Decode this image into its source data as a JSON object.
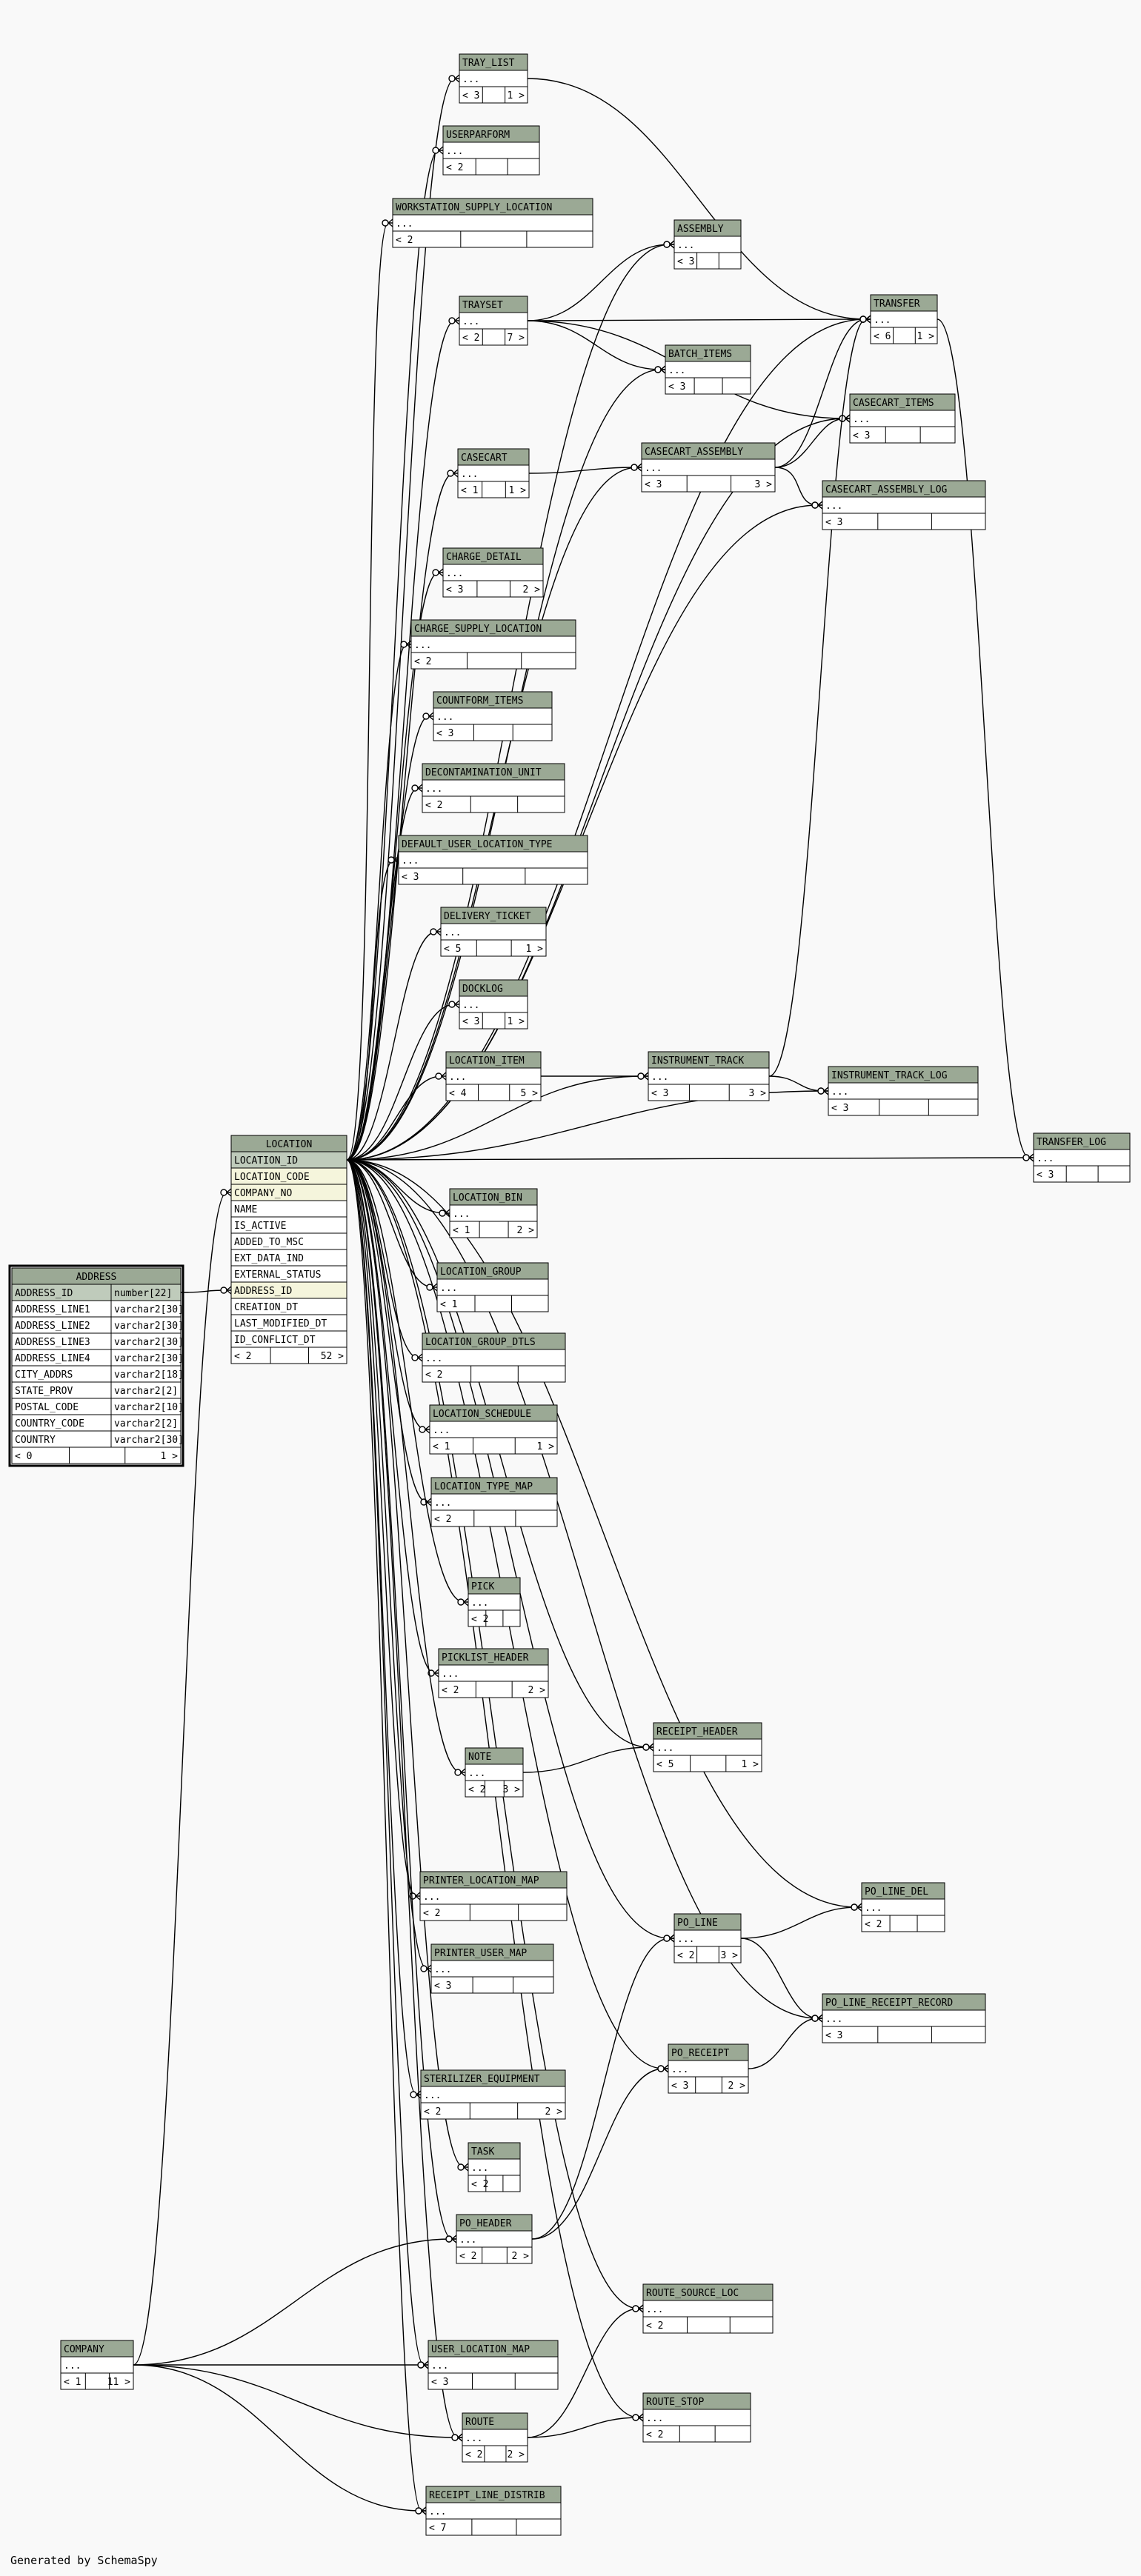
{
  "footer": "Generated by SchemaSpy",
  "colors": {
    "background": "#f9f9f9",
    "header": "#9ba995",
    "primary_key": "#bfcbbb",
    "foreign_key": "#f5f5dc",
    "body": "#ffffff",
    "line": "#000000"
  },
  "tables": [
    {
      "name": "TRAY_LIST",
      "rows": [
        "..."
      ],
      "footer": [
        "< 3",
        "",
        "1 >"
      ]
    },
    {
      "name": "USERPARFORM",
      "rows": [
        "..."
      ],
      "footer": [
        "< 2",
        "",
        ""
      ]
    },
    {
      "name": "WORKSTATION_SUPPLY_LOCATION",
      "rows": [
        "..."
      ],
      "footer": [
        "< 2",
        "",
        ""
      ]
    },
    {
      "name": "ASSEMBLY",
      "rows": [
        "..."
      ],
      "footer": [
        "< 3",
        "",
        ""
      ]
    },
    {
      "name": "TRANSFER",
      "rows": [
        "..."
      ],
      "footer": [
        "< 6",
        "",
        "1 >"
      ]
    },
    {
      "name": "TRAYSET",
      "rows": [
        "..."
      ],
      "footer": [
        "< 2",
        "",
        "7 >"
      ]
    },
    {
      "name": "BATCH_ITEMS",
      "rows": [
        "..."
      ],
      "footer": [
        "< 3",
        "",
        ""
      ]
    },
    {
      "name": "CASECART_ITEMS",
      "rows": [
        "..."
      ],
      "footer": [
        "< 3",
        "",
        ""
      ]
    },
    {
      "name": "CASECART",
      "rows": [
        "..."
      ],
      "footer": [
        "< 1",
        "",
        "1 >"
      ]
    },
    {
      "name": "CASECART_ASSEMBLY",
      "rows": [
        "..."
      ],
      "footer": [
        "< 3",
        "",
        "3 >"
      ]
    },
    {
      "name": "CASECART_ASSEMBLY_LOG",
      "rows": [
        "..."
      ],
      "footer": [
        "< 3",
        "",
        ""
      ]
    },
    {
      "name": "CHARGE_DETAIL",
      "rows": [
        "..."
      ],
      "footer": [
        "< 3",
        "",
        "2 >"
      ]
    },
    {
      "name": "CHARGE_SUPPLY_LOCATION",
      "rows": [
        "..."
      ],
      "footer": [
        "< 2",
        "",
        ""
      ]
    },
    {
      "name": "COUNTFORM_ITEMS",
      "rows": [
        "..."
      ],
      "footer": [
        "< 3",
        "",
        ""
      ]
    },
    {
      "name": "DECONTAMINATION_UNIT",
      "rows": [
        "..."
      ],
      "footer": [
        "< 2",
        "",
        ""
      ]
    },
    {
      "name": "DEFAULT_USER_LOCATION_TYPE",
      "rows": [
        "..."
      ],
      "footer": [
        "< 3",
        "",
        ""
      ]
    },
    {
      "name": "DELIVERY_TICKET",
      "rows": [
        "..."
      ],
      "footer": [
        "< 5",
        "",
        "1 >"
      ]
    },
    {
      "name": "DOCKLOG",
      "rows": [
        "..."
      ],
      "footer": [
        "< 3",
        "",
        "1 >"
      ]
    },
    {
      "name": "LOCATION_ITEM",
      "rows": [
        "..."
      ],
      "footer": [
        "< 4",
        "",
        "5 >"
      ]
    },
    {
      "name": "INSTRUMENT_TRACK",
      "rows": [
        "..."
      ],
      "footer": [
        "< 3",
        "",
        "3 >"
      ]
    },
    {
      "name": "INSTRUMENT_TRACK_LOG",
      "rows": [
        "..."
      ],
      "footer": [
        "< 3",
        "",
        ""
      ]
    },
    {
      "name": "TRANSFER_LOG",
      "rows": [
        "..."
      ],
      "footer": [
        "< 3",
        "",
        ""
      ]
    },
    {
      "name": "LOCATION",
      "rows": [
        "LOCATION_ID",
        "LOCATION_CODE",
        "COMPANY_NO",
        "NAME",
        "IS_ACTIVE",
        "ADDED_TO_MSC",
        "EXT_DATA_IND",
        "EXTERNAL_STATUS",
        "ADDRESS_ID",
        "CREATION_DT",
        "LAST_MODIFIED_DT",
        "ID_CONFLICT_DT"
      ],
      "footer": [
        "< 2",
        "",
        "52 >"
      ]
    },
    {
      "name": "ADDRESS",
      "rows": [
        "ADDRESS_ID",
        "ADDRESS_LINE1",
        "ADDRESS_LINE2",
        "ADDRESS_LINE3",
        "ADDRESS_LINE4",
        "CITY_ADDRS",
        "STATE_PROV",
        "POSTAL_CODE",
        "COUNTRY_CODE",
        "COUNTRY"
      ],
      "types": [
        "number[22]",
        "varchar2[30]",
        "varchar2[30]",
        "varchar2[30]",
        "varchar2[30]",
        "varchar2[18]",
        "varchar2[2]",
        "varchar2[10]",
        "varchar2[2]",
        "varchar2[30]"
      ],
      "footer": [
        "< 0",
        "",
        "1 >"
      ]
    },
    {
      "name": "LOCATION_BIN",
      "rows": [
        "..."
      ],
      "footer": [
        "< 1",
        "",
        "2 >"
      ]
    },
    {
      "name": "LOCATION_GROUP",
      "rows": [
        "..."
      ],
      "footer": [
        "< 1",
        "",
        ""
      ]
    },
    {
      "name": "LOCATION_GROUP_DTLS",
      "rows": [
        "..."
      ],
      "footer": [
        "< 2",
        "",
        ""
      ]
    },
    {
      "name": "LOCATION_SCHEDULE",
      "rows": [
        "..."
      ],
      "footer": [
        "< 1",
        "",
        "1 >"
      ]
    },
    {
      "name": "LOCATION_TYPE_MAP",
      "rows": [
        "..."
      ],
      "footer": [
        "< 2",
        "",
        ""
      ]
    },
    {
      "name": "PICK",
      "rows": [
        "..."
      ],
      "footer": [
        "< 2",
        "",
        ""
      ]
    },
    {
      "name": "PICKLIST_HEADER",
      "rows": [
        "..."
      ],
      "footer": [
        "< 2",
        "",
        "2 >"
      ]
    },
    {
      "name": "RECEIPT_HEADER",
      "rows": [
        "..."
      ],
      "footer": [
        "< 5",
        "",
        "1 >"
      ]
    },
    {
      "name": "NOTE",
      "rows": [
        "..."
      ],
      "footer": [
        "< 2",
        "",
        "3 >"
      ]
    },
    {
      "name": "PRINTER_LOCATION_MAP",
      "rows": [
        "..."
      ],
      "footer": [
        "< 2",
        "",
        ""
      ]
    },
    {
      "name": "PO_LINE_DEL",
      "rows": [
        "..."
      ],
      "footer": [
        "< 2",
        "",
        ""
      ]
    },
    {
      "name": "PO_LINE",
      "rows": [
        "..."
      ],
      "footer": [
        "< 2",
        "",
        "3 >"
      ]
    },
    {
      "name": "PRINTER_USER_MAP",
      "rows": [
        "..."
      ],
      "footer": [
        "< 3",
        "",
        ""
      ]
    },
    {
      "name": "PO_LINE_RECEIPT_RECORD",
      "rows": [
        "..."
      ],
      "footer": [
        "< 3",
        "",
        ""
      ]
    },
    {
      "name": "PO_RECEIPT",
      "rows": [
        "..."
      ],
      "footer": [
        "< 3",
        "",
        "2 >"
      ]
    },
    {
      "name": "STERILIZER_EQUIPMENT",
      "rows": [
        "..."
      ],
      "footer": [
        "< 2",
        "",
        "2 >"
      ]
    },
    {
      "name": "TASK",
      "rows": [
        "..."
      ],
      "footer": [
        "< 2",
        "",
        ""
      ]
    },
    {
      "name": "PO_HEADER",
      "rows": [
        "..."
      ],
      "footer": [
        "< 2",
        "",
        "2 >"
      ]
    },
    {
      "name": "ROUTE_SOURCE_LOC",
      "rows": [
        "..."
      ],
      "footer": [
        "< 2",
        "",
        ""
      ]
    },
    {
      "name": "COMPANY",
      "rows": [
        "..."
      ],
      "footer": [
        "< 1",
        "",
        "11 >"
      ]
    },
    {
      "name": "USER_LOCATION_MAP",
      "rows": [
        "..."
      ],
      "footer": [
        "< 3",
        "",
        ""
      ]
    },
    {
      "name": "ROUTE_STOP",
      "rows": [
        "..."
      ],
      "footer": [
        "< 2",
        "",
        ""
      ]
    },
    {
      "name": "ROUTE",
      "rows": [
        "..."
      ],
      "footer": [
        "< 2",
        "",
        "2 >"
      ]
    },
    {
      "name": "RECEIPT_LINE_DISTRIB",
      "rows": [
        "..."
      ],
      "footer": [
        "< 7",
        "",
        ""
      ]
    }
  ],
  "relationships": [
    {
      "from": "LOCATION",
      "to": "TRAY_LIST"
    },
    {
      "from": "LOCATION",
      "to": "USERPARFORM"
    },
    {
      "from": "LOCATION",
      "to": "WORKSTATION_SUPPLY_LOCATION"
    },
    {
      "from": "LOCATION",
      "to": "ASSEMBLY"
    },
    {
      "from": "LOCATION",
      "to": "TRANSFER"
    },
    {
      "from": "LOCATION",
      "to": "TRAYSET"
    },
    {
      "from": "LOCATION",
      "to": "BATCH_ITEMS"
    },
    {
      "from": "LOCATION",
      "to": "CASECART_ITEMS"
    },
    {
      "from": "LOCATION",
      "to": "CASECART"
    },
    {
      "from": "LOCATION",
      "to": "CASECART_ASSEMBLY"
    },
    {
      "from": "LOCATION",
      "to": "CASECART_ASSEMBLY_LOG"
    },
    {
      "from": "LOCATION",
      "to": "CHARGE_DETAIL"
    },
    {
      "from": "LOCATION",
      "to": "CHARGE_SUPPLY_LOCATION"
    },
    {
      "from": "LOCATION",
      "to": "COUNTFORM_ITEMS"
    },
    {
      "from": "LOCATION",
      "to": "DECONTAMINATION_UNIT"
    },
    {
      "from": "LOCATION",
      "to": "DEFAULT_USER_LOCATION_TYPE"
    },
    {
      "from": "LOCATION",
      "to": "DELIVERY_TICKET"
    },
    {
      "from": "LOCATION",
      "to": "DOCKLOG"
    },
    {
      "from": "LOCATION",
      "to": "LOCATION_ITEM"
    },
    {
      "from": "LOCATION",
      "to": "INSTRUMENT_TRACK"
    },
    {
      "from": "LOCATION",
      "to": "INSTRUMENT_TRACK_LOG"
    },
    {
      "from": "LOCATION",
      "to": "TRANSFER_LOG"
    },
    {
      "from": "LOCATION",
      "to": "LOCATION_BIN"
    },
    {
      "from": "LOCATION",
      "to": "LOCATION_GROUP"
    },
    {
      "from": "LOCATION",
      "to": "LOCATION_GROUP_DTLS"
    },
    {
      "from": "LOCATION",
      "to": "LOCATION_SCHEDULE"
    },
    {
      "from": "LOCATION",
      "to": "LOCATION_TYPE_MAP"
    },
    {
      "from": "LOCATION",
      "to": "PICK"
    },
    {
      "from": "LOCATION",
      "to": "PICKLIST_HEADER"
    },
    {
      "from": "LOCATION",
      "to": "RECEIPT_HEADER"
    },
    {
      "from": "LOCATION",
      "to": "NOTE"
    },
    {
      "from": "LOCATION",
      "to": "PRINTER_LOCATION_MAP"
    },
    {
      "from": "LOCATION",
      "to": "PO_LINE_DEL"
    },
    {
      "from": "LOCATION",
      "to": "PO_LINE"
    },
    {
      "from": "LOCATION",
      "to": "PRINTER_USER_MAP"
    },
    {
      "from": "LOCATION",
      "to": "PO_LINE_RECEIPT_RECORD"
    },
    {
      "from": "LOCATION",
      "to": "PO_RECEIPT"
    },
    {
      "from": "LOCATION",
      "to": "STERILIZER_EQUIPMENT"
    },
    {
      "from": "LOCATION",
      "to": "TASK"
    },
    {
      "from": "LOCATION",
      "to": "PO_HEADER"
    },
    {
      "from": "LOCATION",
      "to": "ROUTE_SOURCE_LOC"
    },
    {
      "from": "LOCATION",
      "to": "USER_LOCATION_MAP"
    },
    {
      "from": "LOCATION",
      "to": "ROUTE_STOP"
    },
    {
      "from": "LOCATION",
      "to": "ROUTE"
    },
    {
      "from": "LOCATION",
      "to": "RECEIPT_LINE_DISTRIB"
    },
    {
      "from": "ADDRESS",
      "to": "LOCATION"
    },
    {
      "from": "COMPANY",
      "to": "LOCATION"
    },
    {
      "from": "COMPANY",
      "to": "PO_HEADER"
    },
    {
      "from": "COMPANY",
      "to": "USER_LOCATION_MAP"
    },
    {
      "from": "COMPANY",
      "to": "ROUTE"
    },
    {
      "from": "COMPANY",
      "to": "RECEIPT_LINE_DISTRIB"
    },
    {
      "from": "TRAYSET",
      "to": "ASSEMBLY"
    },
    {
      "from": "TRAYSET",
      "to": "TRANSFER"
    },
    {
      "from": "TRAYSET",
      "to": "BATCH_ITEMS"
    },
    {
      "from": "TRAYSET",
      "to": "CASECART_ITEMS"
    },
    {
      "from": "TRAY_LIST",
      "to": "TRANSFER"
    },
    {
      "from": "CASECART",
      "to": "CASECART_ASSEMBLY"
    },
    {
      "from": "CASECART_ASSEMBLY",
      "to": "TRANSFER"
    },
    {
      "from": "CASECART_ASSEMBLY",
      "to": "CASECART_ITEMS"
    },
    {
      "from": "CASECART_ASSEMBLY",
      "to": "CASECART_ASSEMBLY_LOG"
    },
    {
      "from": "LOCATION_ITEM",
      "to": "INSTRUMENT_TRACK"
    },
    {
      "from": "INSTRUMENT_TRACK",
      "to": "INSTRUMENT_TRACK_LOG"
    },
    {
      "from": "INSTRUMENT_TRACK",
      "to": "TRANSFER"
    },
    {
      "from": "TRANSFER",
      "to": "TRANSFER_LOG"
    },
    {
      "from": "NOTE",
      "to": "RECEIPT_HEADER"
    },
    {
      "from": "PO_LINE",
      "to": "PO_LINE_DEL"
    },
    {
      "from": "PO_LINE",
      "to": "PO_LINE_RECEIPT_RECORD"
    },
    {
      "from": "PO_RECEIPT",
      "to": "PO_LINE_RECEIPT_RECORD"
    },
    {
      "from": "PO_HEADER",
      "to": "PO_LINE"
    },
    {
      "from": "PO_HEADER",
      "to": "PO_RECEIPT"
    },
    {
      "from": "ROUTE",
      "to": "ROUTE_SOURCE_LOC"
    },
    {
      "from": "ROUTE",
      "to": "ROUTE_STOP"
    }
  ]
}
